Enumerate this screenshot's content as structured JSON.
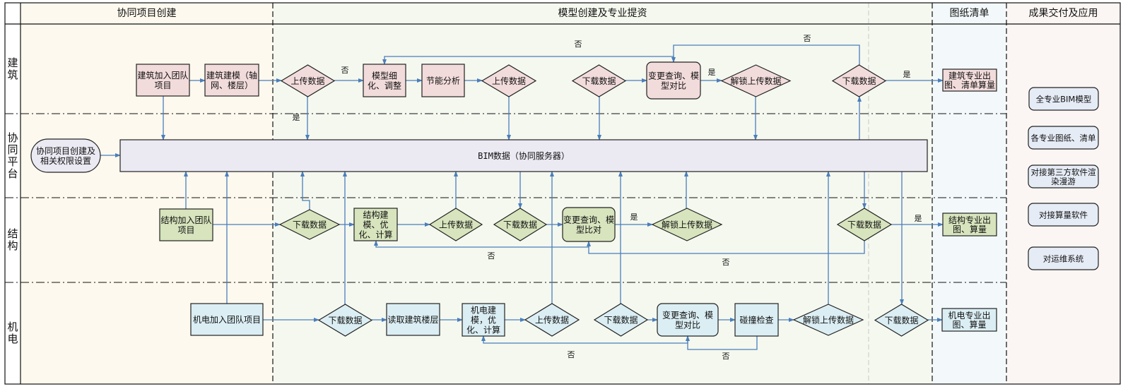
{
  "columns": [
    {
      "label": "协同项目创建"
    },
    {
      "label": "模型创建及专业提资"
    },
    {
      "label": "图纸清单"
    },
    {
      "label": "成果交付及应用"
    }
  ],
  "lanes": [
    {
      "label": "建筑"
    },
    {
      "label": "协同平台"
    },
    {
      "label": "结构"
    },
    {
      "label": "机电"
    }
  ],
  "colors": {
    "arch_fill": "#f2dcdb",
    "structure_fill": "#d7e4bd",
    "mep_fill": "#dbeef4",
    "platform_fill": "#ebe9f2",
    "deliverable_fill": "#e6ecf6",
    "connector": "#4a7ebb",
    "col_collab_bg": "#fef9ee",
    "col_model_bg": "#f5f8ef",
    "col_drawings_bg": "#f3f9fb",
    "col_delivery_bg": "#fbf6f3"
  },
  "branch_labels": {
    "yes": "是",
    "no": "否"
  },
  "nodes": {
    "arch_join": {
      "label": [
        "建筑加入团队",
        "项目"
      ]
    },
    "arch_model": {
      "label": [
        "建筑建模（轴",
        "网、楼层）"
      ]
    },
    "arch_upload_1": {
      "label": [
        "上传数据"
      ]
    },
    "arch_refine": {
      "label": [
        "模型细",
        "化、调整"
      ]
    },
    "arch_energy": {
      "label": [
        "节能分析"
      ]
    },
    "arch_upload_2": {
      "label": [
        "上传数据"
      ]
    },
    "arch_download_1": {
      "label": [
        "下载数据"
      ]
    },
    "arch_compare": {
      "label": [
        "变更查询、模",
        "型对比"
      ]
    },
    "arch_unlock_upload": {
      "label": [
        "解锁上传数据"
      ]
    },
    "arch_download_2": {
      "label": [
        "下载数据"
      ]
    },
    "arch_output": {
      "label": [
        "建筑专业出",
        "图、清单算量"
      ]
    },
    "platform_setup": {
      "label": [
        "协同项目创建及",
        "相关权限设置"
      ]
    },
    "platform_bim": {
      "label": [
        "BIM数据（协同服务器）"
      ]
    },
    "struct_join": {
      "label": [
        "结构加入团队",
        "项目"
      ]
    },
    "struct_download_1": {
      "label": [
        "下载数据"
      ]
    },
    "struct_model": {
      "label": [
        "结构建",
        "模、优",
        "化、计算"
      ]
    },
    "struct_upload": {
      "label": [
        "上传数据"
      ]
    },
    "struct_download_2": {
      "label": [
        "下载数据"
      ]
    },
    "struct_compare": {
      "label": [
        "变更查询、模",
        "型比对"
      ]
    },
    "struct_unlock_upload": {
      "label": [
        "解锁上传数据"
      ]
    },
    "struct_download_3": {
      "label": [
        "下载数据"
      ]
    },
    "struct_output": {
      "label": [
        "结构专业出",
        "图、算量"
      ]
    },
    "mep_join": {
      "label": [
        "机电加入团队项目"
      ]
    },
    "mep_download_1": {
      "label": [
        "下载数据"
      ]
    },
    "mep_read_floors": {
      "label": [
        "读取建筑楼层"
      ]
    },
    "mep_model": {
      "label": [
        "机电建",
        "模，优",
        "化、计算"
      ]
    },
    "mep_upload": {
      "label": [
        "上传数据"
      ]
    },
    "mep_download_2": {
      "label": [
        "下载数据"
      ]
    },
    "mep_compare": {
      "label": [
        "变更查询、模",
        "型对比"
      ]
    },
    "mep_clash": {
      "label": [
        "碰撞检查"
      ]
    },
    "mep_unlock_upload": {
      "label": [
        "解锁上传数据"
      ]
    },
    "mep_download_3": {
      "label": [
        "下载数据"
      ]
    },
    "mep_output": {
      "label": [
        "机电专业出",
        "图、算量"
      ]
    },
    "deliv_full_bim": {
      "label": [
        "全专业BIM模型"
      ]
    },
    "deliv_drawings": {
      "label": [
        "各专业图纸、清单"
      ]
    },
    "deliv_render": {
      "label": [
        "对接第三方软件渲",
        "染漫游"
      ]
    },
    "deliv_quantity": {
      "label": [
        "对接算量软件"
      ]
    },
    "deliv_om": {
      "label": [
        "对运维系统"
      ]
    }
  }
}
